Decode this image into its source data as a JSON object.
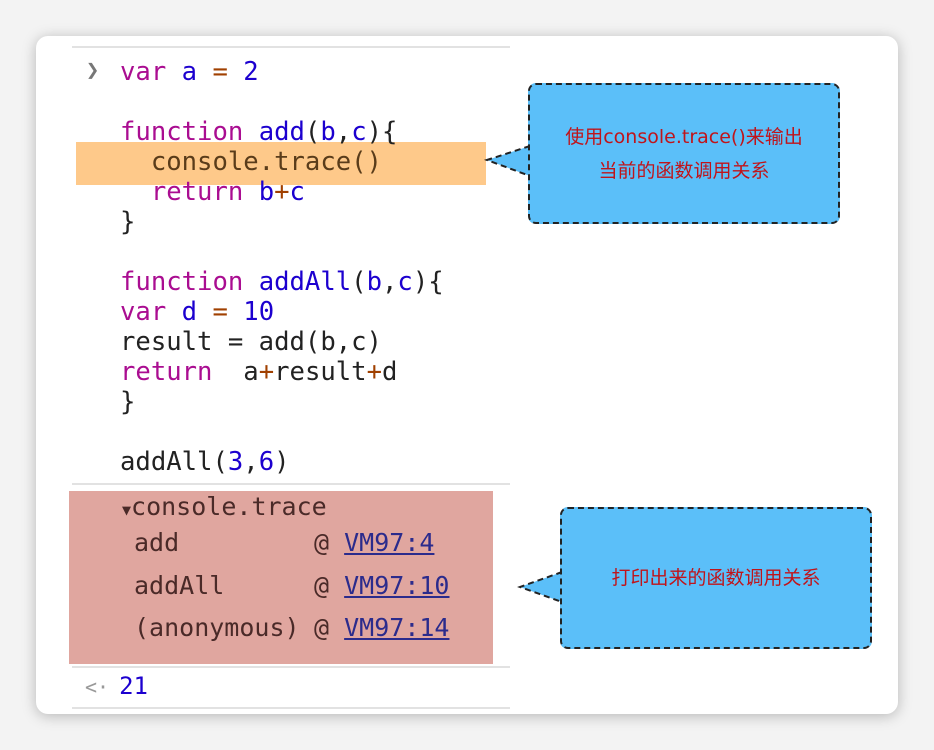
{
  "console": {
    "prompt_icon": "chevron-right-icon",
    "code_lines": [
      [
        [
          "var ",
          "kw"
        ],
        [
          "a",
          "id"
        ],
        [
          " = ",
          "op"
        ],
        [
          "2",
          "num"
        ]
      ],
      [],
      [
        [
          "function ",
          "kw"
        ],
        [
          "add",
          "id"
        ],
        [
          "(",
          "pl"
        ],
        [
          "b",
          "id"
        ],
        [
          ",",
          "pl"
        ],
        [
          "c",
          "id"
        ],
        [
          "){",
          "pl"
        ]
      ],
      [
        [
          "  console.trace()",
          "tr"
        ]
      ],
      [
        [
          "  return ",
          "kw"
        ],
        [
          "b",
          "id"
        ],
        [
          "+",
          "op"
        ],
        [
          "c",
          "id"
        ]
      ],
      [
        [
          "}",
          "pl"
        ]
      ],
      [],
      [
        [
          "function ",
          "kw"
        ],
        [
          "addAll",
          "id"
        ],
        [
          "(",
          "pl"
        ],
        [
          "b",
          "id"
        ],
        [
          ",",
          "pl"
        ],
        [
          "c",
          "id"
        ],
        [
          "){",
          "pl"
        ]
      ],
      [
        [
          "var ",
          "kw"
        ],
        [
          "d",
          "id"
        ],
        [
          " = ",
          "op"
        ],
        [
          "10",
          "num"
        ]
      ],
      [
        [
          "result = add(b,c)",
          "pl"
        ]
      ],
      [
        [
          "return  ",
          "kw"
        ],
        [
          "a",
          "pl"
        ],
        [
          "+",
          "op"
        ],
        [
          "result",
          "pl"
        ],
        [
          "+",
          "op"
        ],
        [
          "d",
          "pl"
        ]
      ],
      [
        [
          "}",
          "pl"
        ]
      ],
      [],
      [
        [
          "addAll(",
          "pl"
        ],
        [
          "3",
          "num"
        ],
        [
          ",",
          "pl"
        ],
        [
          "6",
          "num"
        ],
        [
          ")",
          "pl"
        ]
      ]
    ],
    "trace": {
      "title": "console.trace",
      "frames": [
        {
          "fn": "add",
          "at": "@",
          "loc": "VM97:4"
        },
        {
          "fn": "addAll",
          "at": "@",
          "loc": "VM97:10"
        },
        {
          "fn": "(anonymous)",
          "at": "@",
          "loc": "VM97:14"
        }
      ]
    },
    "result_icon": "return-arrow-icon",
    "result": "21"
  },
  "callouts": {
    "top": [
      "使用console.trace()来输出",
      "当前的函数调用关系"
    ],
    "bottom": "打印出来的函数调用关系"
  },
  "colors": {
    "highlight": "#fec98a",
    "trace_bg": "#e0a69f",
    "callout_bg": "#5bbff9",
    "callout_text": "#c0141a"
  }
}
